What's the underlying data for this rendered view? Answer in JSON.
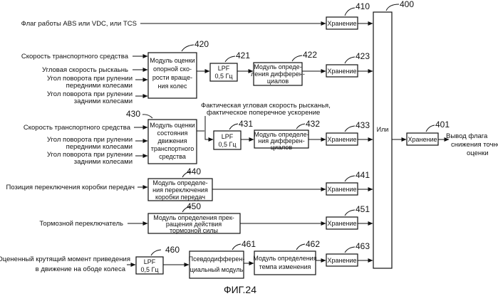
{
  "inputs": {
    "abs_flag": "Флаг работы ABS или VDC, или TCS",
    "vehicle_speed_1": "Скорость транспортного средства",
    "yaw_rate": "Угловая скорость рыскаьнь",
    "front_steer_1": [
      "Угол поворота при рулении",
      "передними колесами"
    ],
    "rear_steer_1": [
      "Угол поворота при рулении",
      "задними колесами"
    ],
    "vehicle_speed_2": "Скорость транспортного средства",
    "front_steer_2": [
      "Угол поворота при рулении",
      "передними колесами"
    ],
    "rear_steer_2": [
      "Угол поворота при рулении",
      "задними колесами"
    ],
    "gear_position": "Позиция переключения коробки передач",
    "brake_switch": "Тормозной переключатель",
    "torque": [
      "Оцененный крутящий момент приведения",
      "в движение на ободе колеса"
    ]
  },
  "actual_signals": [
    "Фактическая угловая скорость рысканья,",
    "фактическое поперечное ускорение"
  ],
  "blocks": {
    "ref_speed": [
      "Модуль оценки",
      "опорной ско-",
      "рости враще-",
      "ния колес"
    ],
    "state_est": [
      "Модуль оценки",
      "состояния",
      "движения",
      "транспортного",
      "средства"
    ],
    "diff_1": [
      "Модуль опреде-",
      "ления дифферен-",
      "циалов"
    ],
    "diff_2": [
      "Модуль определе-",
      "ния дифферен-",
      "циалов"
    ],
    "gear_mod": [
      "Модуль определе-",
      "ния переключения",
      "коробки передач"
    ],
    "brake_mod": [
      "Модуль определения прек-",
      "ращения действия",
      "тормозной силы"
    ],
    "pseudo_diff": [
      "Псевдодифферен-",
      "циальный модуль"
    ],
    "rate_mod": [
      "Модуль определения",
      "темпа изменения"
    ],
    "lpf": [
      "LPF",
      "0,5 Гц"
    ],
    "storage": "Хранение",
    "or_gate": "Или"
  },
  "output": [
    "Вывод флага",
    "снижения точности",
    "оценки"
  ],
  "ref_numbers": {
    "n400": "400",
    "n401": "401",
    "n410": "410",
    "n420": "420",
    "n421": "421",
    "n422": "422",
    "n423": "423",
    "n430": "430",
    "n431": "431",
    "n432": "432",
    "n433": "433",
    "n440": "440",
    "n441": "441",
    "n450": "450",
    "n451": "451",
    "n460": "460",
    "n461": "461",
    "n462": "462",
    "n463": "463"
  },
  "caption": "ФИГ.24"
}
